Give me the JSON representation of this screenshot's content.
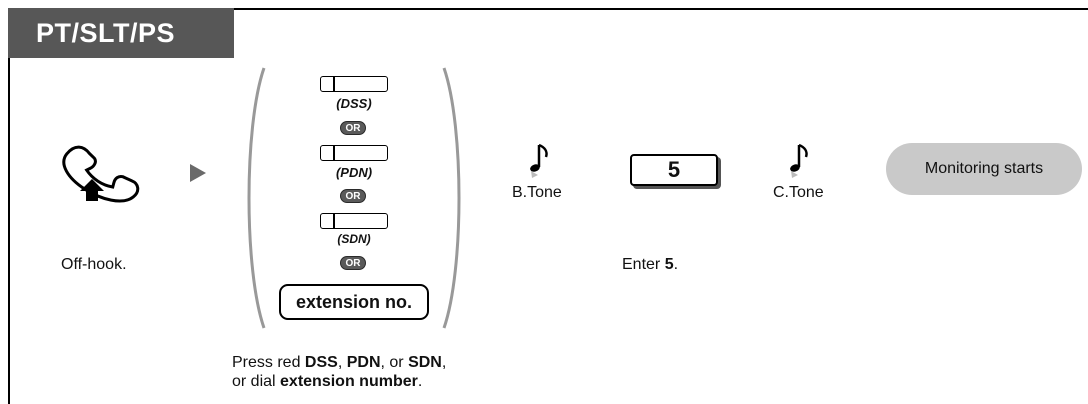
{
  "header": {
    "title": "PT/SLT/PS"
  },
  "steps": {
    "offhook_label": "Off-hook.",
    "keys": [
      {
        "label": "(DSS)"
      },
      {
        "label": "(PDN)"
      },
      {
        "label": "(SDN)"
      }
    ],
    "or_label": "OR",
    "extension_label": "extension no.",
    "caption": {
      "line1_prefix": "Press red ",
      "dss": "DSS",
      "sep1": ", ",
      "pdn": "PDN",
      "sep2": ", or ",
      "sdn": "SDN",
      "sep3": ",",
      "line2_prefix": "or dial ",
      "ext": "extension number",
      "line2_suffix": "."
    },
    "btone_label": "B.Tone",
    "digit": "5",
    "enter_prefix": "Enter ",
    "enter_digit": "5",
    "enter_suffix": ".",
    "ctone_label": "C.Tone",
    "result": "Monitoring starts"
  },
  "icons": [
    "handset-offhook-icon",
    "arrow-right-icon",
    "music-note-icon"
  ],
  "colors": {
    "header_bg": "#575757",
    "pill_bg": "#c9c9c9",
    "or_badge": "#5a5a5a"
  }
}
